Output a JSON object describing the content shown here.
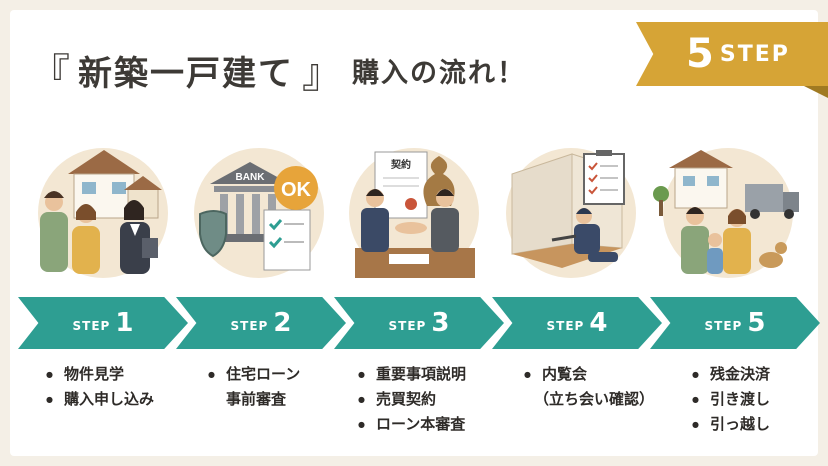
{
  "title": {
    "open_bracket": "『",
    "main": "新築一戸建て",
    "close_bracket": "』",
    "rest": "購入の流れ！"
  },
  "ribbon": {
    "number": "5",
    "label": "STEP"
  },
  "illustrations": {
    "bank_sign": "BANK",
    "ok_badge": "OK",
    "contract_label": "契約"
  },
  "steps": [
    {
      "label": "STEP",
      "number": "1",
      "items": [
        "物件見学",
        "購入申し込み"
      ]
    },
    {
      "label": "STEP",
      "number": "2",
      "items": [
        "住宅ローン",
        "事前審査"
      ]
    },
    {
      "label": "STEP",
      "number": "3",
      "items": [
        "重要事項説明",
        "売買契約",
        "ローン本審査"
      ]
    },
    {
      "label": "STEP",
      "number": "4",
      "items": [
        "内覧会",
        "（立ち会い確認）"
      ]
    },
    {
      "label": "STEP",
      "number": "5",
      "items": [
        "残金決済",
        "引き渡し",
        "引っ越し"
      ]
    }
  ],
  "colors": {
    "teal": "#2e9e92",
    "gold": "#d6a436",
    "circle": "#f3e7d3"
  }
}
